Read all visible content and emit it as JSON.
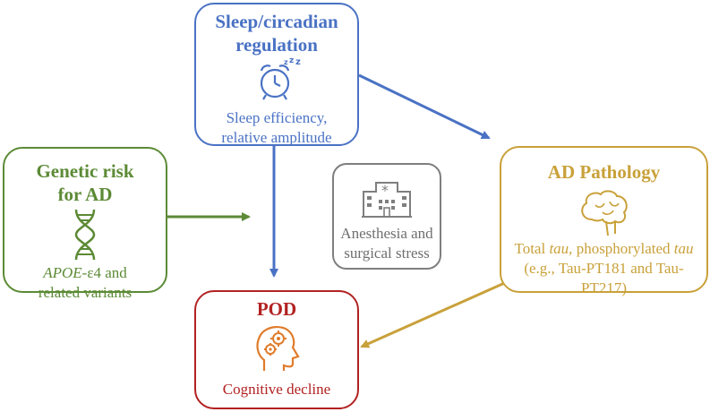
{
  "sleep": {
    "title_line1": "Sleep/circadian",
    "title_line2": "regulation",
    "desc_line1": "Sleep efficiency,",
    "desc_line2": "relative amplitude",
    "icon": "alarm-clock-icon",
    "color": "#4a72c4"
  },
  "genetic": {
    "title_line1": "Genetic risk",
    "title_line2": "for AD",
    "desc_italic": "APOE",
    "desc_rest": "-ε4 and",
    "desc_line2": "related variants",
    "icon": "dna-icon",
    "color": "#5c8a35"
  },
  "anesthesia": {
    "desc_line1": "Anesthesia and",
    "desc_line2": "surgical stress",
    "icon": "hospital-icon",
    "color": "#7f7f7f"
  },
  "ad_pathology": {
    "title": "AD Pathology",
    "desc_part1": "Total ",
    "desc_italic1": "tau,",
    "desc_part2": " phosphorylated ",
    "desc_italic2": "tau",
    "desc_line2": "(e.g., Tau-PT181 and Tau-",
    "desc_line3": "PT217)",
    "icon": "brain-icon",
    "color": "#c9a13a"
  },
  "pod": {
    "title": "POD",
    "desc": "Cognitive decline",
    "icon": "head-gears-icon",
    "color": "#b22222"
  }
}
